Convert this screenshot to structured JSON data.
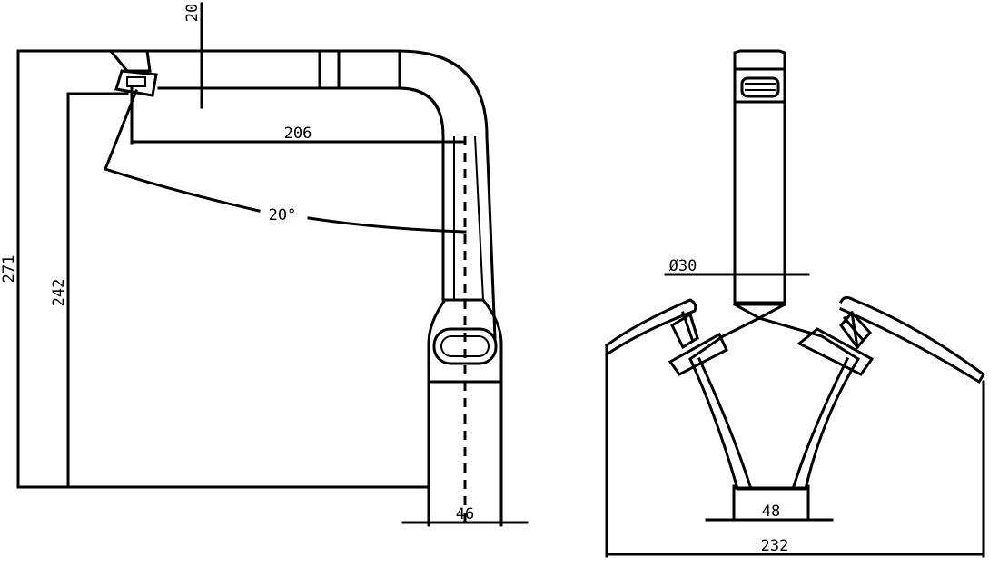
{
  "side_view": {
    "dim_total_height": "271",
    "dim_spout_height": "242",
    "dim_reach": "206",
    "dim_spout_thickness": "20",
    "dim_swivel_angle": "20°",
    "dim_base_width": "46"
  },
  "front_view": {
    "dim_spout_diameter": "Ø30",
    "dim_base_width": "48",
    "dim_overall_width": "232"
  }
}
